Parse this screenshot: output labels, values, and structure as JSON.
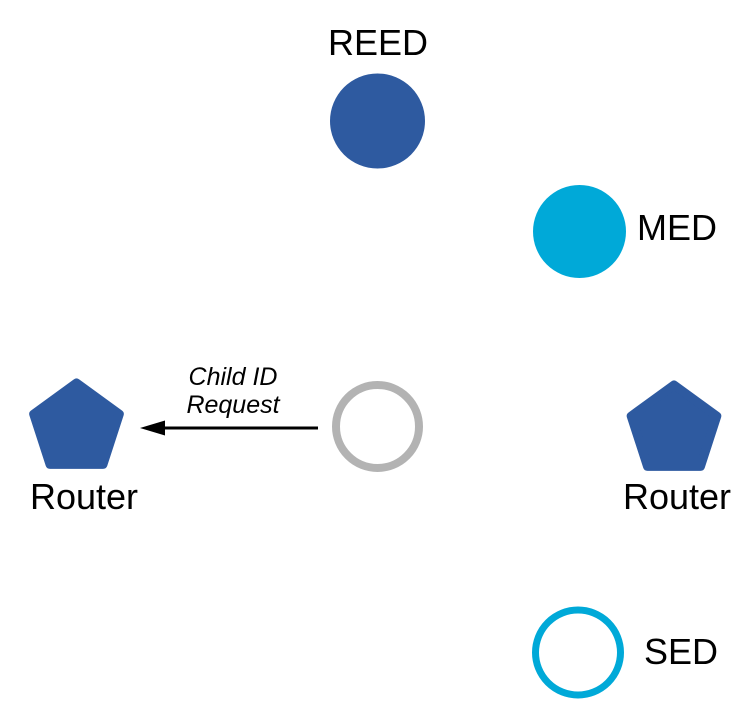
{
  "diagram": {
    "kind": "network-topology",
    "nodes": {
      "reed": {
        "label": "REED",
        "shape": "circle",
        "style": "filled",
        "color": "#2e5aa0",
        "label_position": "top"
      },
      "med": {
        "label": "MED",
        "shape": "circle",
        "style": "filled",
        "color": "#00a9d8",
        "label_position": "right"
      },
      "router_left": {
        "label": "Router",
        "shape": "pentagon",
        "style": "filled",
        "color": "#2e5aa0",
        "label_position": "bottom"
      },
      "joiner": {
        "label": "",
        "shape": "circle",
        "style": "outline",
        "color": "#b3b3b3",
        "label_position": "none"
      },
      "router_right": {
        "label": "Router",
        "shape": "pentagon",
        "style": "filled",
        "color": "#2e5aa0",
        "label_position": "bottom"
      },
      "sed": {
        "label": "SED",
        "shape": "circle",
        "style": "outline",
        "color": "#00a9d8",
        "label_position": "right"
      }
    },
    "edge": {
      "from": "joiner",
      "to": "router_left",
      "label_line1": "Child ID",
      "label_line2": "Request",
      "color": "#000000"
    },
    "colors": {
      "blue": "#2e5aa0",
      "cyan": "#00a9d8",
      "gray": "#b3b3b3",
      "arrow": "#000000",
      "background": "#ffffff"
    }
  }
}
